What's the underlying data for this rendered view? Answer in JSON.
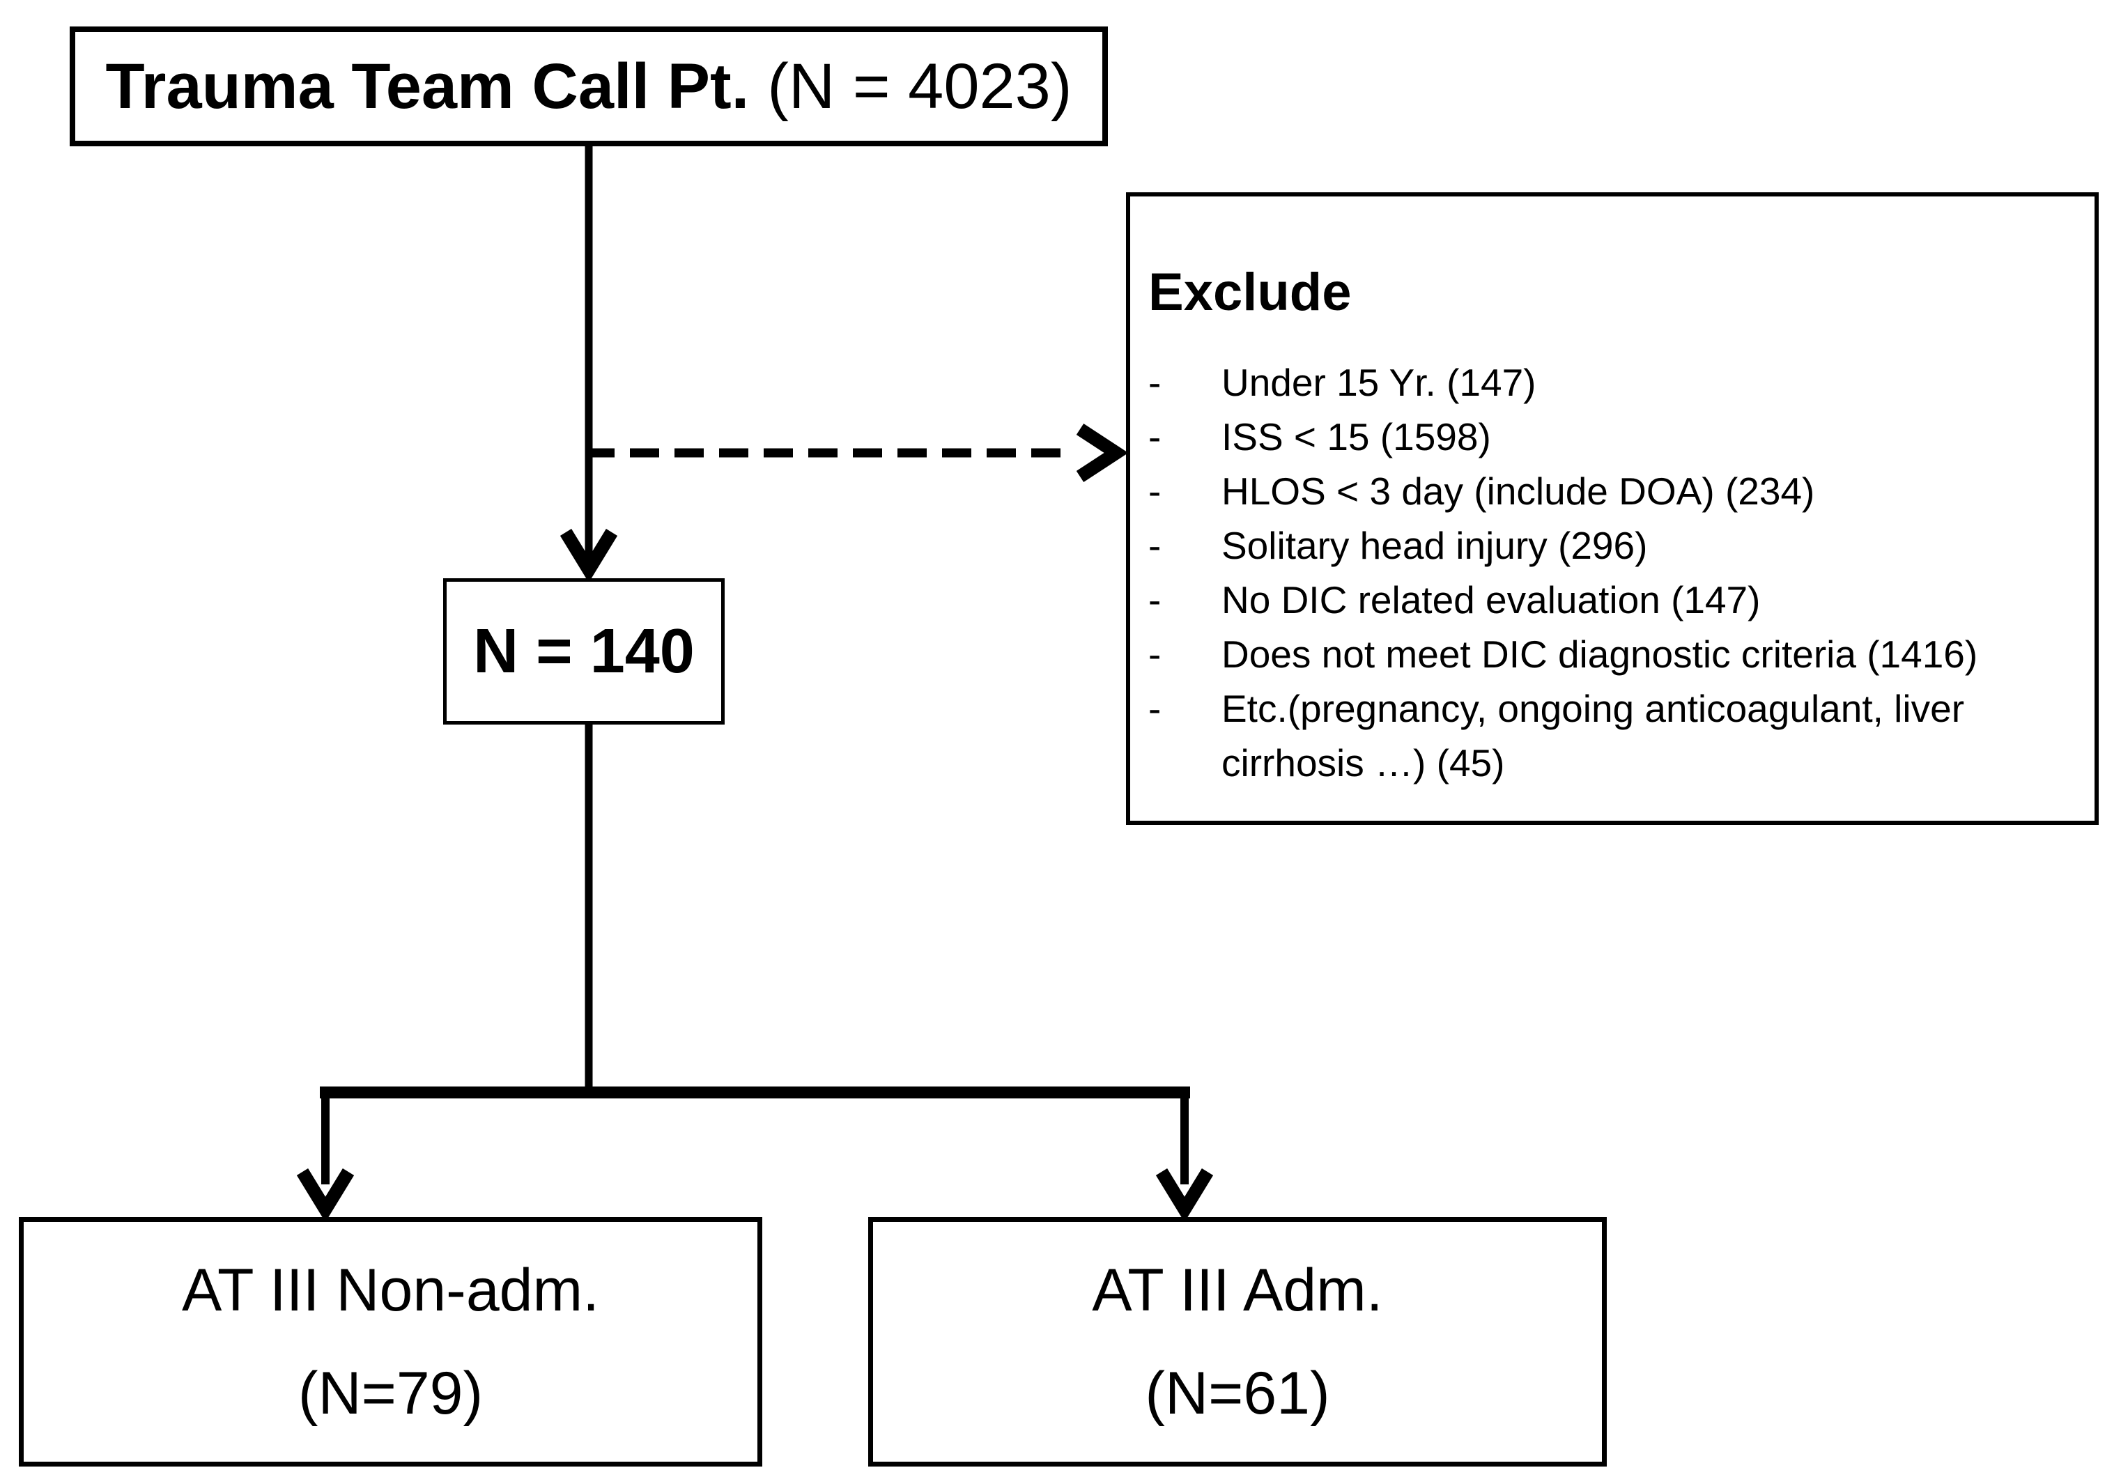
{
  "figure": {
    "colors": {
      "ink": "#000000",
      "box-bg": "#ffffff",
      "page-bg": "#ffffff"
    },
    "boxes": {
      "top": {
        "label_bold": "Trauma Team Call Pt.",
        "label_normal": "(N = 4023)"
      },
      "exclude": {
        "title": "Exclude",
        "bullet": "-",
        "items": [
          "Under 15 Yr. (147)",
          "ISS < 15 (1598)",
          "HLOS < 3 day (include DOA) (234)",
          "Solitary head injury (296)",
          "No DIC related evaluation (147)",
          "Does not meet DIC diagnostic criteria (1416)",
          "Etc.(pregnancy, ongoing anticoagulant, liver cirrhosis …) (45)"
        ]
      },
      "mid": {
        "label": "N = 140"
      },
      "bottom_left": {
        "line1": "AT III Non-adm.",
        "line2": "(N=79)"
      },
      "bottom_right": {
        "line1": "AT III Adm.",
        "line2": "(N=61)"
      }
    }
  }
}
